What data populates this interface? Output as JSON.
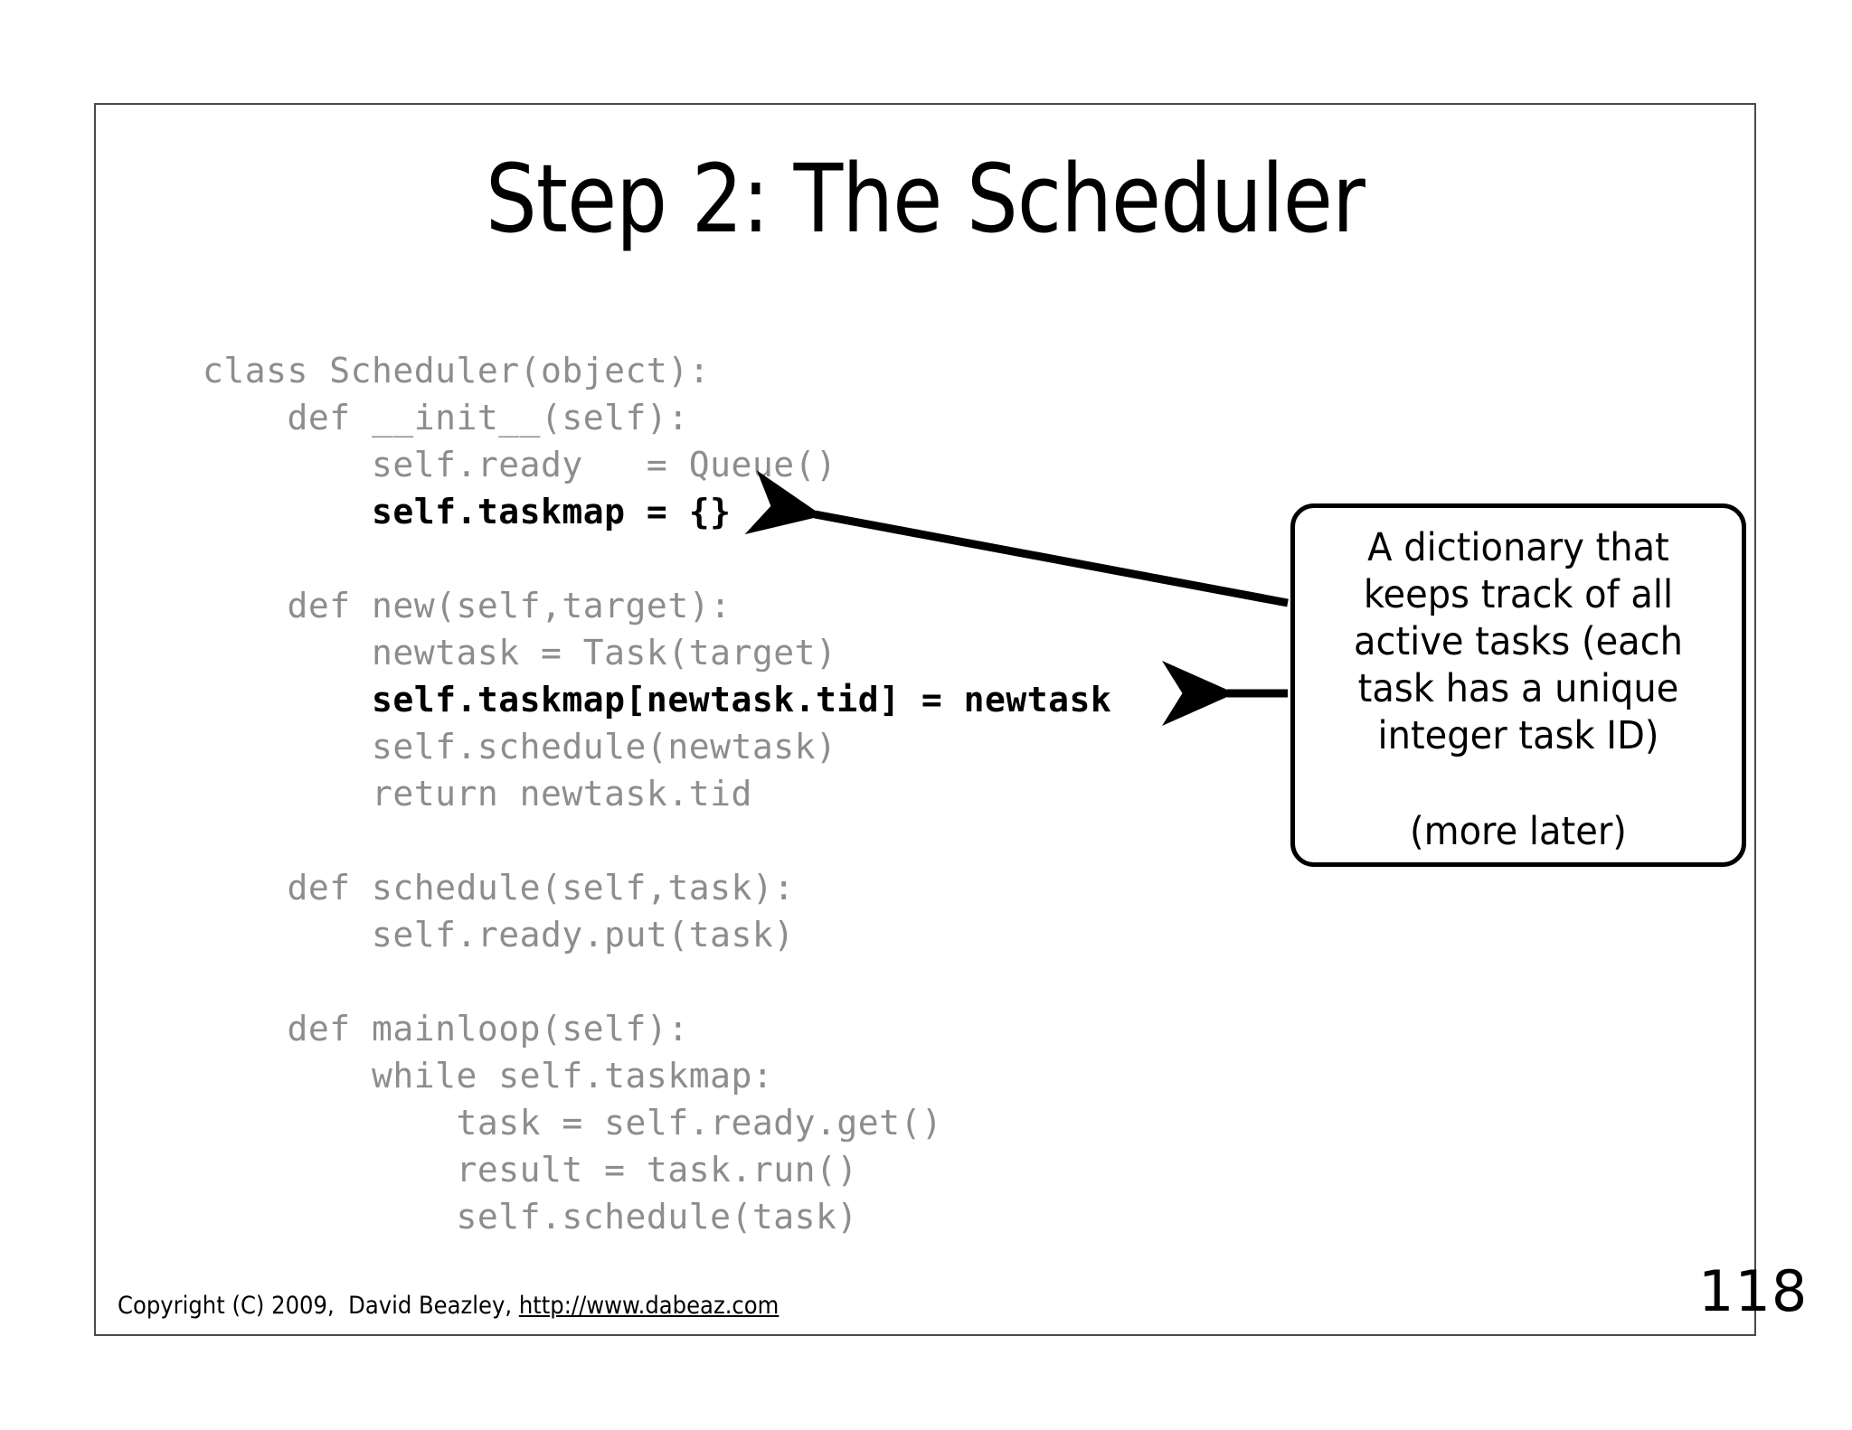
{
  "slide": {
    "title": "Step 2: The Scheduler",
    "page_number": "118"
  },
  "code": {
    "language": "python",
    "normal_color": "#8d8d8d",
    "highlight_color": "#000000",
    "lines": [
      {
        "text": "class Scheduler(object):",
        "highlight": false
      },
      {
        "text": "    def __init__(self):",
        "highlight": false
      },
      {
        "text": "        self.ready   = Queue()",
        "highlight": false
      },
      {
        "text": "        self.taskmap = {}",
        "highlight": true
      },
      {
        "text": "",
        "highlight": false
      },
      {
        "text": "    def new(self,target):",
        "highlight": false
      },
      {
        "text": "        newtask = Task(target)",
        "highlight": false
      },
      {
        "text": "        self.taskmap[newtask.tid] = newtask",
        "highlight": true
      },
      {
        "text": "        self.schedule(newtask)",
        "highlight": false
      },
      {
        "text": "        return newtask.tid",
        "highlight": false
      },
      {
        "text": "",
        "highlight": false
      },
      {
        "text": "    def schedule(self,task):",
        "highlight": false
      },
      {
        "text": "        self.ready.put(task)",
        "highlight": false
      },
      {
        "text": "",
        "highlight": false
      },
      {
        "text": "    def mainloop(self):",
        "highlight": false
      },
      {
        "text": "        while self.taskmap:",
        "highlight": false
      },
      {
        "text": "            task = self.ready.get()",
        "highlight": false
      },
      {
        "text": "            result = task.run()",
        "highlight": false
      },
      {
        "text": "            self.schedule(task)",
        "highlight": false
      }
    ]
  },
  "callout": {
    "body": "A dictionary that keeps track of all active tasks (each task has a unique integer task ID)",
    "footnote": "(more later)"
  },
  "annotations": {
    "arrow_1_name": "arrow-to-taskmap-init",
    "arrow_2_name": "arrow-to-taskmap-assign"
  },
  "footer": {
    "copyright": "Copyright (C) 2009,  David Beazley, ",
    "url": "http://www.dabeaz.com"
  }
}
